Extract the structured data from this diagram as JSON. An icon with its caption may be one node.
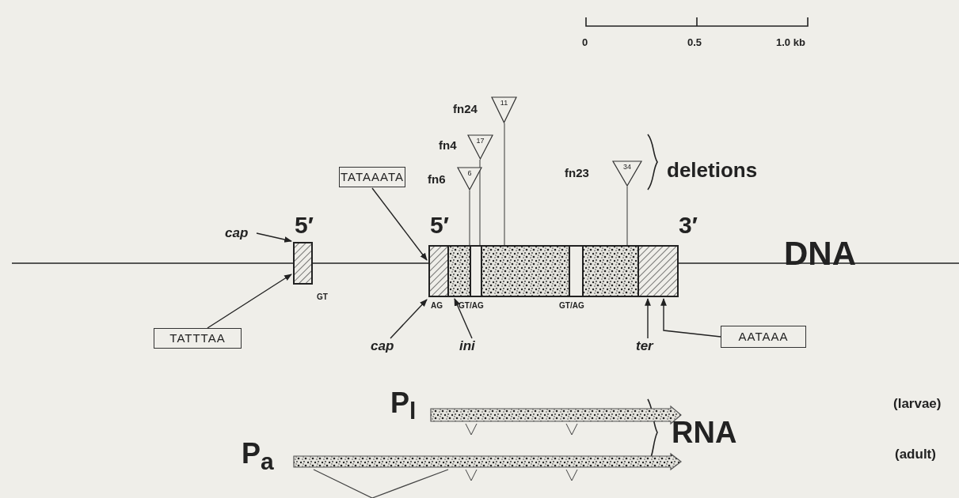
{
  "diagram": {
    "nodes": [
      {
        "text": [
          "TATAAATA"
        ]
      },
      {
        "text": [
          "TATTTAA"
        ]
      },
      {
        "text": [
          "AATAAA"
        ]
      },
      {
        "text": [
          "cap"
        ]
      },
      {
        "text": [
          "cap"
        ]
      },
      {
        "text": [
          "ini"
        ]
      },
      {
        "text": [
          "ter"
        ]
      },
      {
        "text": [],
        "shape": "box",
        "beside": [
          "5′",
          "GT"
        ]
      },
      {
        "text": [],
        "shape": "box",
        "beside": [
          "5′",
          "3′",
          "AG",
          "GT/AG",
          "GT/AG"
        ]
      },
      {
        "text": [
          "11"
        ],
        "beside": [
          "fn24"
        ]
      },
      {
        "text": [
          "17"
        ],
        "beside": [
          "fn4"
        ]
      },
      {
        "text": [
          "6"
        ],
        "beside": [
          "fn6"
        ]
      },
      {
        "text": [
          "34"
        ],
        "beside": [
          "fn23"
        ]
      },
      {
        "text": [],
        "shape": "arrow",
        "beside": [
          "P$_{l}$"
        ]
      },
      {
        "text": [],
        "shape": "arrow",
        "beside": [
          "P$_{a}$"
        ]
      }
    ],
    "edges": [
      {
        "from": 0,
        "to": 8,
        "arrow": "to"
      },
      {
        "from": 1,
        "to": 7,
        "arrow": "to"
      },
      {
        "from": 2,
        "to": 8,
        "arrow": "to"
      },
      {
        "from": 3,
        "to": 7,
        "arrow": "to"
      },
      {
        "from": 4,
        "to": 8,
        "arrow": "to"
      },
      {
        "from": 5,
        "to": 8,
        "arrow": "to"
      },
      {
        "from": 6,
        "to": 8,
        "arrow": "to"
      },
      {
        "from": 9,
        "to": 8,
        "arrow": "none"
      },
      {
        "from": 10,
        "to": 8,
        "arrow": "none"
      },
      {
        "from": 11,
        "to": 8,
        "arrow": "none"
      },
      {
        "from": 12,
        "to": 8,
        "arrow": "none"
      },
      {
        "from": null,
        "to": 7,
        "arrow": "none"
      },
      {
        "from": 7,
        "to": 8,
        "arrow": "none"
      },
      {
        "from": 8,
        "to": null,
        "arrow": "none"
      }
    ],
    "labels": [
      "0",
      "0.5",
      "1.0 kb",
      "deletions",
      "DNA",
      "RNA",
      "(larvae)",
      "(adult)"
    ]
  }
}
